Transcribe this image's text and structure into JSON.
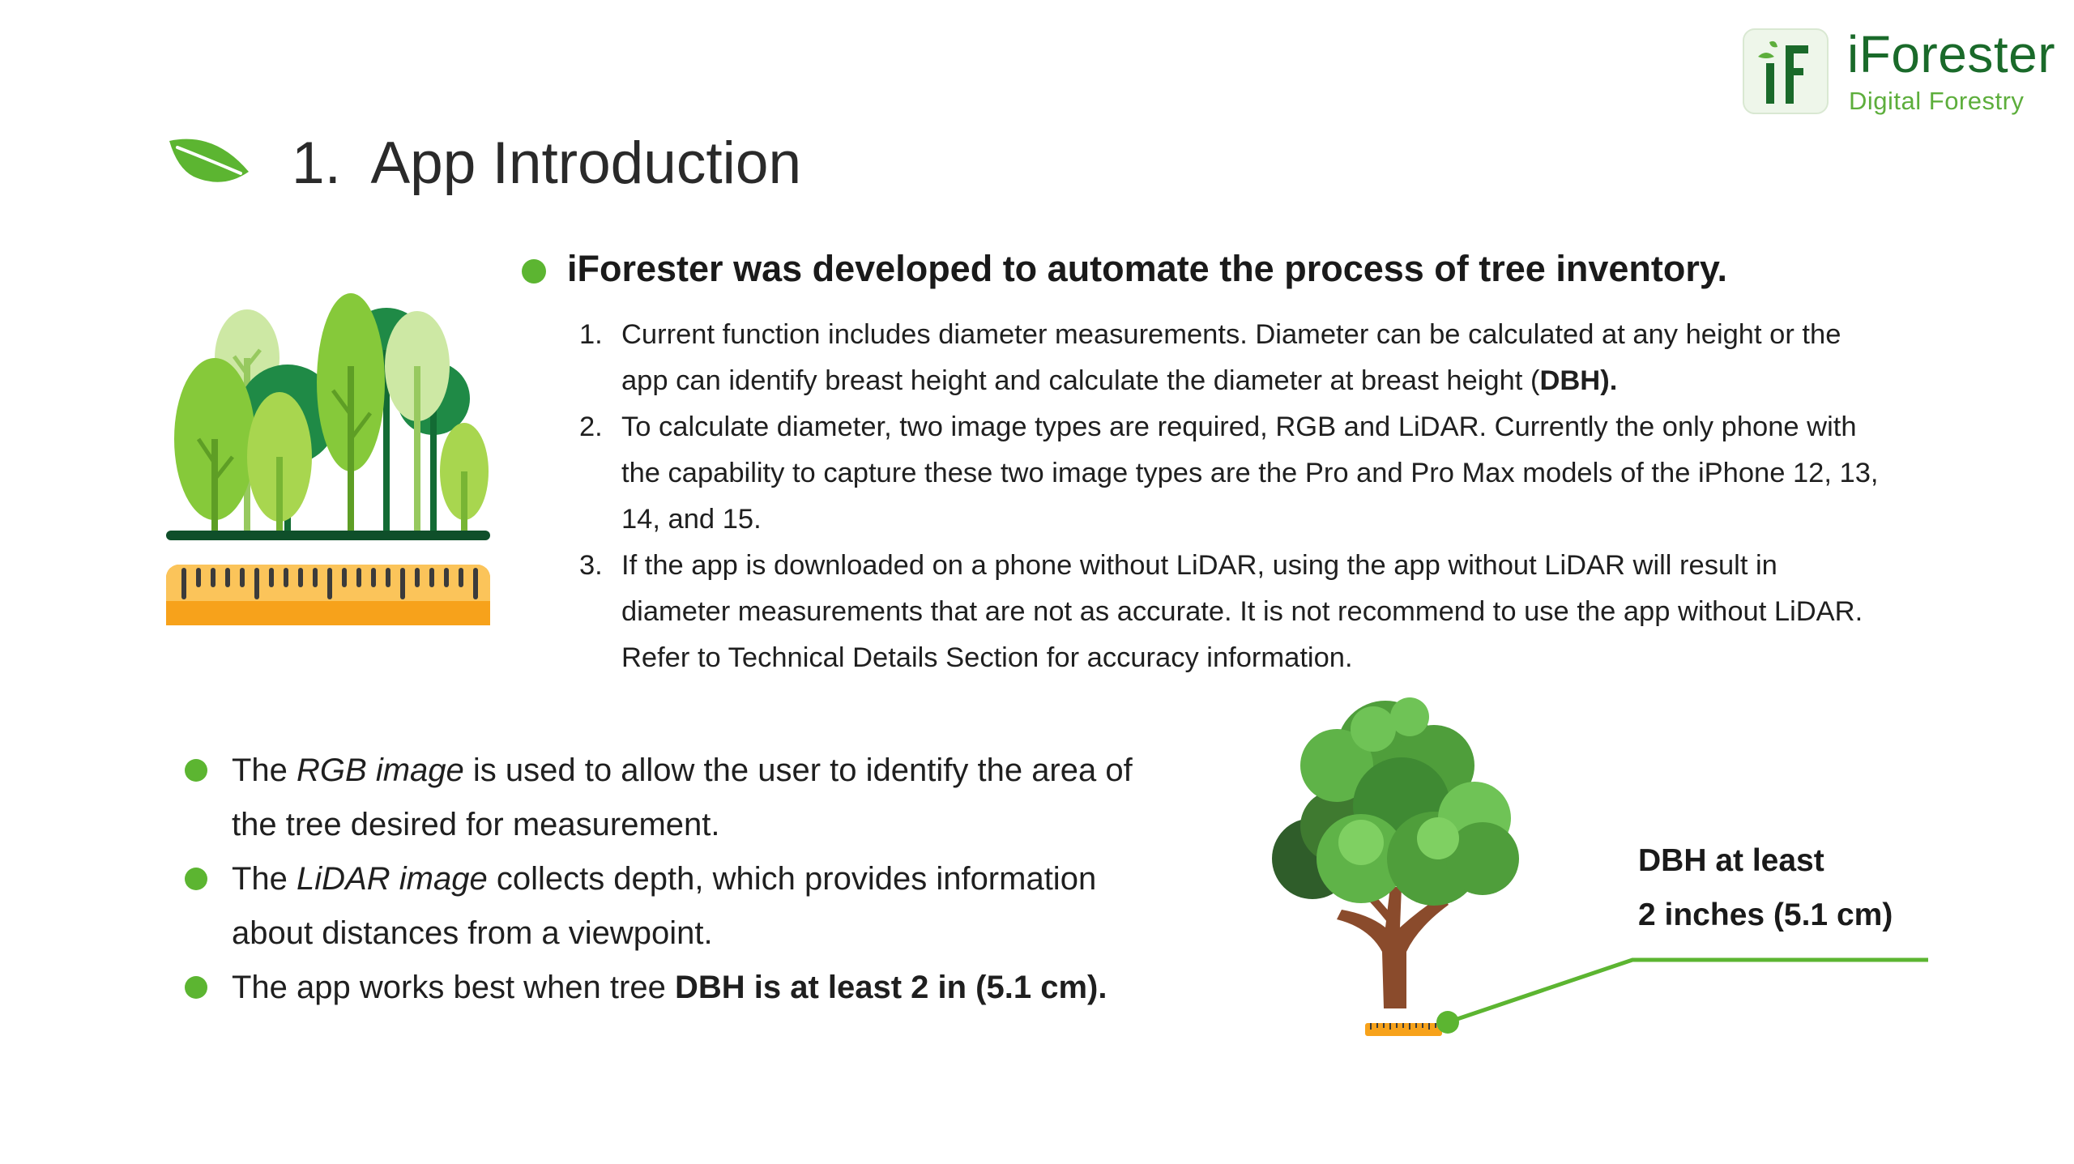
{
  "logo": {
    "name": "iForester",
    "tagline": "Digital Forestry",
    "mark_letters": "iF"
  },
  "heading": {
    "number": "1.",
    "title": "App Introduction"
  },
  "intro": {
    "title": "iForester was developed to automate the process of tree inventory.",
    "items": [
      {
        "num": "1.",
        "line1": "Current function includes diameter measurements. Diameter can be calculated at any height or the",
        "line2_pre": "app can identify breast height and calculate the diameter at breast height (",
        "line2_bold": "DBH)."
      },
      {
        "num": "2.",
        "line1": "To calculate diameter, two image types are required, RGB and LiDAR. Currently the only phone with",
        "line2": "the capability to capture these two image types are the Pro and Pro Max models of the iPhone 12, 13,",
        "line3": "14, and 15."
      },
      {
        "num": "3.",
        "line1": "If the app is downloaded on a phone without LiDAR, using the app without LiDAR will result in",
        "line2": "diameter measurements that are not as accurate. It is not recommend to use the app without LiDAR.",
        "line3": "Refer to Technical Details Section for accuracy information."
      }
    ]
  },
  "features": [
    {
      "pre": "The ",
      "em": "RGB image",
      "post": " is used to allow the user to identify the area of",
      "line2": "the tree desired for measurement."
    },
    {
      "pre": "The ",
      "em": "LiDAR image",
      "post": " collects depth, which provides information",
      "line2": "about distances from a viewpoint."
    },
    {
      "pre": "The app works best when tree ",
      "bold": "DBH is at least 2 in (5.1 cm)."
    }
  ],
  "callout": {
    "line1": "DBH at least",
    "line2": "2 inches (5.1 cm)"
  },
  "colors": {
    "bullet_green": "#5cb531",
    "logo_dark_green": "#1a6a2a",
    "logo_light_green": "#5dae3c",
    "ruler_orange": "#f7a21b"
  },
  "icons": [
    "leaf-icon",
    "forest-illustration",
    "tree-illustration",
    "ruler-icon",
    "logo-mark"
  ]
}
